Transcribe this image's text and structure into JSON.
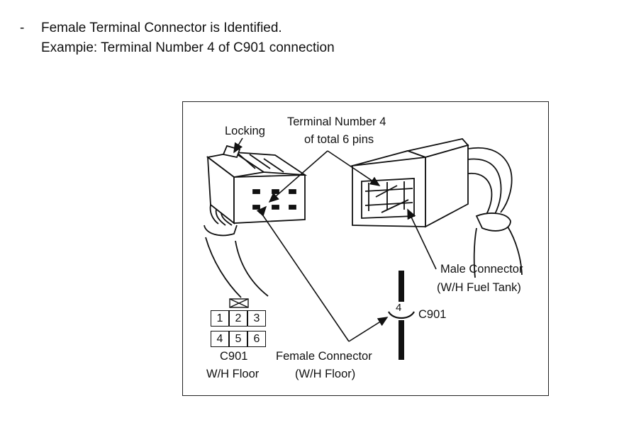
{
  "header": {
    "bullet": "-",
    "line1": "Female Terminal Connector is Identified.",
    "line2": "Exampie: Terminal Number 4 of C901 connection"
  },
  "diagram": {
    "locking_label": "Locking",
    "terminal_label_1": "Terminal Number 4",
    "terminal_label_2": "of total 6 pins",
    "male_label_1": "Male Connector",
    "male_label_2": "(W/H Fuel Tank)",
    "female_label_1": "Female Connector",
    "female_label_2": "(W/H Floor)",
    "junction_id": "C901",
    "junction_pin": "4",
    "pinout": {
      "pins_row1": [
        "1",
        "2",
        "3"
      ],
      "pins_row2": [
        "4",
        "5",
        "6"
      ],
      "id": "C901",
      "location": "W/H Floor"
    }
  }
}
